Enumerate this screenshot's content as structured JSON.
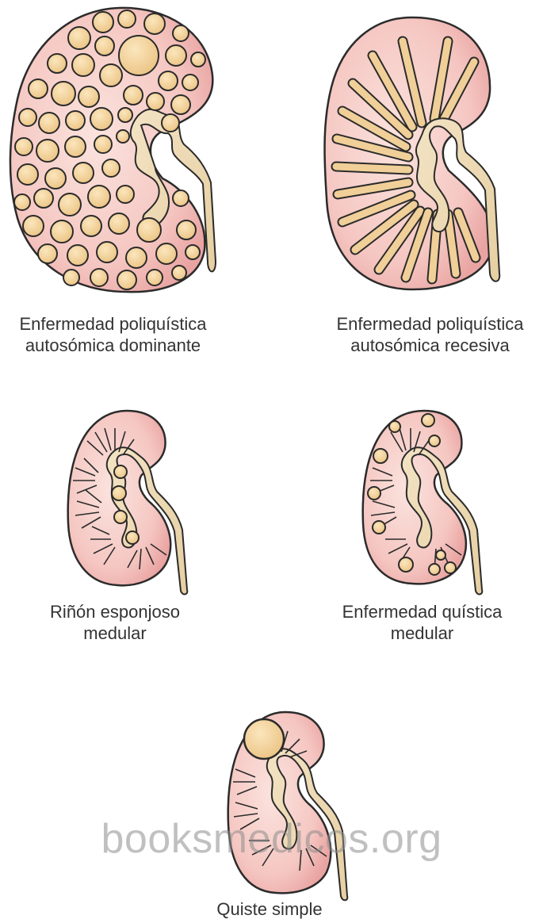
{
  "panels": [
    {
      "id": "adpkd",
      "caption_line1": "Enfermedad poliquística",
      "caption_line2": "autosómica dominante"
    },
    {
      "id": "arpkd",
      "caption_line1": "Enfermedad poliquística",
      "caption_line2": "autosómica recesiva"
    },
    {
      "id": "msk",
      "caption_line1": "Riñón esponjoso",
      "caption_line2": "medular"
    },
    {
      "id": "mcd",
      "caption_line1": "Enfermedad quística",
      "caption_line2": "medular"
    },
    {
      "id": "simple",
      "caption_line1": "Quiste simple",
      "caption_line2": ""
    }
  ],
  "watermark": "booksmedicos.org",
  "colors": {
    "kidney_fill": "#f6c9c4",
    "kidney_edge": "#e7a3a0",
    "cyst_fill": "#f0cf98",
    "pelvis_fill": "#efdcb4",
    "outline": "#2b2b2b",
    "caption_text": "#333333"
  }
}
